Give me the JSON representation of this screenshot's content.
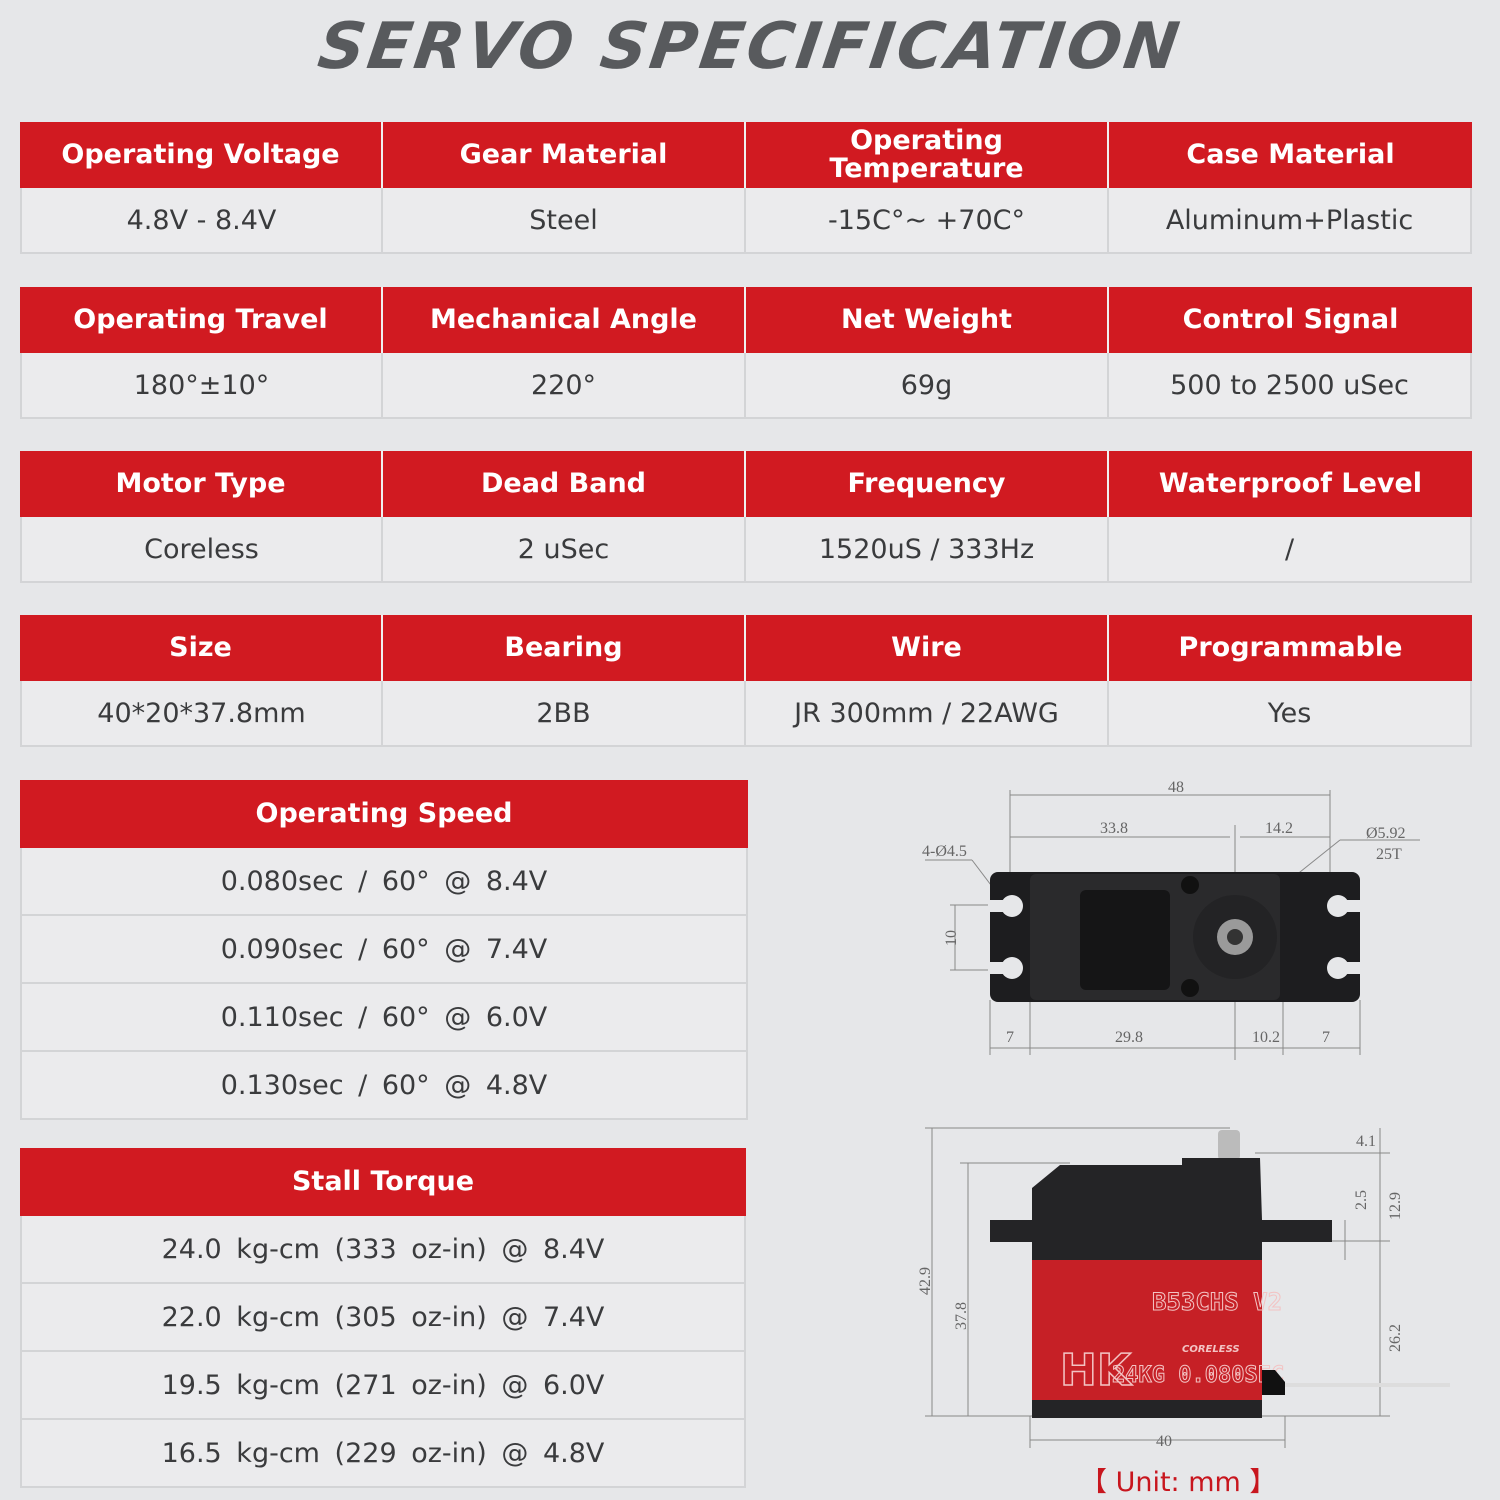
{
  "title": "SERVO SPECIFICATION",
  "spec_groups": [
    {
      "headers": [
        "Operating Voltage",
        "Gear Material",
        "Operating Temperature",
        "Case Material"
      ],
      "values": [
        "4.8V - 8.4V",
        "Steel",
        "-15C°~ +70C°",
        "Aluminum+Plastic"
      ]
    },
    {
      "headers": [
        "Operating Travel",
        "Mechanical Angle",
        "Net Weight",
        "Control Signal"
      ],
      "values": [
        "180°±10°",
        "220°",
        "69g",
        "500 to 2500 uSec"
      ]
    },
    {
      "headers": [
        "Motor Type",
        "Dead Band",
        "Frequency",
        "Waterproof Level"
      ],
      "values": [
        "Coreless",
        "2 uSec",
        "1520uS / 333Hz",
        "/"
      ]
    },
    {
      "headers": [
        "Size",
        "Bearing",
        "Wire",
        "Programmable"
      ],
      "values": [
        "40*20*37.8mm",
        "2BB",
        "JR 300mm / 22AWG",
        "Yes"
      ]
    }
  ],
  "operating_speed": {
    "header": "Operating Speed",
    "rows": [
      "0.080sec / 60° @ 8.4V",
      "0.090sec / 60° @ 7.4V",
      "0.110sec / 60° @ 6.0V",
      "0.130sec / 60° @ 4.8V"
    ]
  },
  "stall_torque": {
    "header": "Stall Torque",
    "rows": [
      "24.0 kg-cm (333 oz-in) @ 8.4V",
      "22.0 kg-cm (305 oz-in) @ 7.4V",
      "19.5 kg-cm (271 oz-in) @ 6.0V",
      "16.5 kg-cm (229 oz-in) @ 4.8V"
    ]
  },
  "top_view": {
    "dims": {
      "overall": "48",
      "left": "33.8",
      "right": "14.2",
      "hole": "4-Ø4.5",
      "spline": "Ø5.92",
      "teeth": "25T",
      "hole_spacing": "10",
      "b1": "7",
      "b2": "29.8",
      "b3": "10.2",
      "b4": "7"
    }
  },
  "side_view": {
    "dims": {
      "total_height": "42.9",
      "body_height": "37.8",
      "top": "4.1",
      "ear": "2.5",
      "upper": "12.9",
      "lower": "26.2",
      "width": "40"
    },
    "label_model": "B53CHS V2",
    "label_brand": "HK",
    "label_spec": "24KG 0.080SEC",
    "label_type": "CORELESS"
  },
  "unit_note": "【 Unit: mm 】",
  "colors": {
    "accent": "#d11a21",
    "background": "#e6e7e9",
    "cell": "#ebebed"
  }
}
